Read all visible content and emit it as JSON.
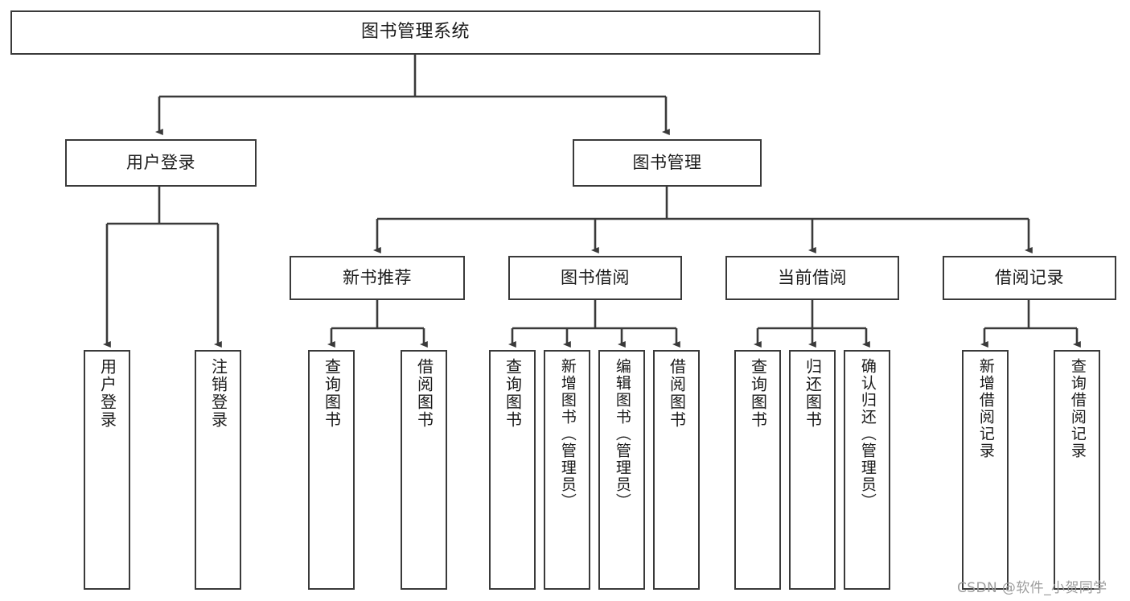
{
  "diagram": {
    "title": "图书管理系统",
    "type": "hierarchy-tree",
    "watermark": "CSDN @软件_小贺同学",
    "colors": {
      "stroke": "#3a3a3a",
      "fill": "#ffffff",
      "text": "#1a1a1a",
      "watermark": "#9d9d9d"
    },
    "nodes": {
      "root": {
        "label": "图书管理系统"
      },
      "level2": [
        {
          "label": "用户登录"
        },
        {
          "label": "图书管理"
        }
      ],
      "level3": [
        {
          "label": "新书推荐"
        },
        {
          "label": "图书借阅"
        },
        {
          "label": "当前借阅"
        },
        {
          "label": "借阅记录"
        }
      ],
      "leaves": {
        "user_login": [
          {
            "label": "用户登录"
          },
          {
            "label": "注销登录"
          }
        ],
        "new_book_recommend": [
          {
            "label": "查询图书"
          },
          {
            "label": "借阅图书"
          }
        ],
        "book_borrow": [
          {
            "label": "查询图书"
          },
          {
            "label": "新增图书（管理员）"
          },
          {
            "label": "编辑图书（管理员）"
          },
          {
            "label": "借阅图书"
          }
        ],
        "current_borrow": [
          {
            "label": "查询图书"
          },
          {
            "label": "归还图书"
          },
          {
            "label": "确认归还（管理员）"
          }
        ],
        "borrow_record": [
          {
            "label": "新增借阅记录"
          },
          {
            "label": "查询借阅记录"
          }
        ]
      }
    }
  }
}
